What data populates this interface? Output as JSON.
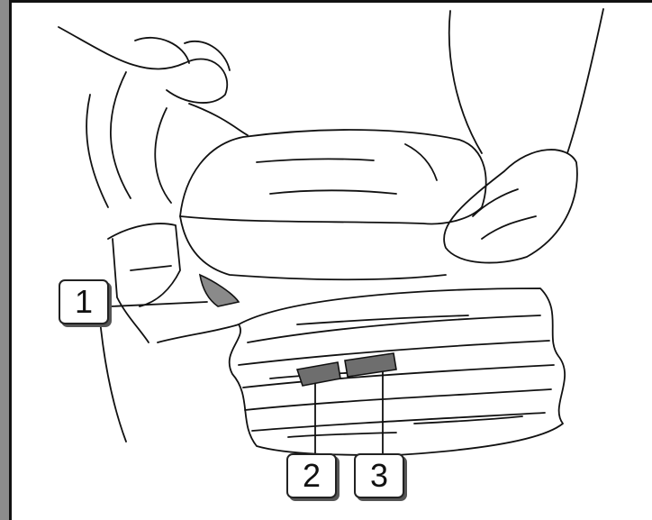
{
  "callouts": [
    {
      "id": "1",
      "text": "1",
      "target": "lever-1"
    },
    {
      "id": "2",
      "text": "2",
      "target": "lever-2"
    },
    {
      "id": "3",
      "text": "3",
      "target": "lever-3"
    }
  ],
  "colors": {
    "background": "#8c8c8c",
    "panel": "#ffffff",
    "line": "#111111",
    "part_fill": "#6e6e6e"
  }
}
